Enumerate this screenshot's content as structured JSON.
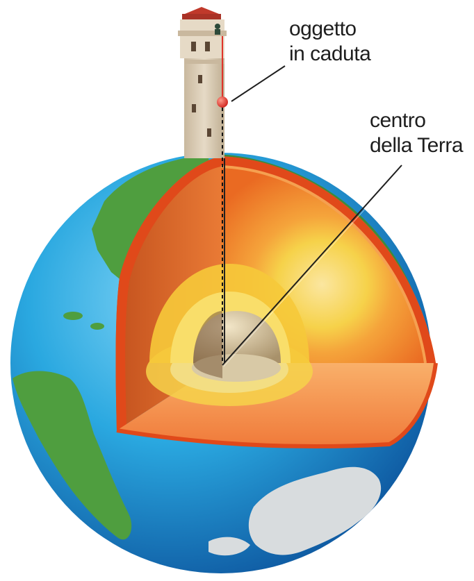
{
  "labels": {
    "falling_object": [
      "oggetto",
      "in caduta"
    ],
    "earth_center": [
      "centro",
      "della Terra"
    ]
  },
  "colors": {
    "ocean": "#2aa8e0",
    "ocean_dark": "#0d5fa8",
    "land": "#4f9e3f",
    "ice": "#d8dcde",
    "crust": "#e0491a",
    "mantle": "#f0782a",
    "outer_core": "#f3c93a",
    "inner_core": "#c9b591",
    "tower": "#ded0b8",
    "falling_ball": "#e0322a",
    "pointer_line": "#1e1e1e"
  },
  "icons": [
    "tower-icon",
    "falling-ball-icon",
    "earth-globe"
  ]
}
